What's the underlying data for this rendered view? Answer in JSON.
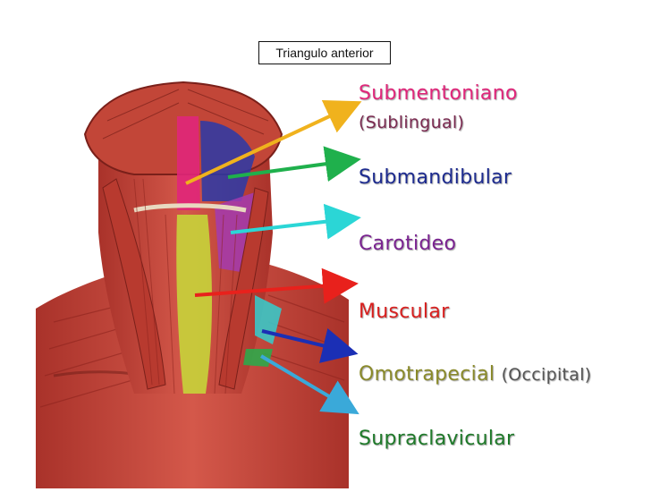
{
  "title": "Triangulo anterior",
  "labels": [
    {
      "text": "Submentoniano",
      "color": "#e0267a"
    },
    {
      "text": "(Sublingual)",
      "color": "#7a2a50"
    },
    {
      "text": "Submandibular",
      "color": "#1d2b8f"
    },
    {
      "text": "Carotideo",
      "color": "#7a2390"
    },
    {
      "text": "Muscular",
      "color": "#d8201f"
    },
    {
      "text": "Omotrapecial",
      "color": "#8a8a2a"
    },
    {
      "text": "(Occipital)",
      "color": "#555555"
    },
    {
      "text": "Supraclavicular",
      "color": "#1f7a2a"
    }
  ],
  "arrows": [
    {
      "name": "submentoniano",
      "color": "#f0b21d"
    },
    {
      "name": "submandibular",
      "color": "#1fb04c"
    },
    {
      "name": "carotideo",
      "color": "#2bd6d6"
    },
    {
      "name": "muscular",
      "color": "#e8211c"
    },
    {
      "name": "omotrapecial",
      "color": "#1b2fb5"
    },
    {
      "name": "supraclavicular",
      "color": "#3aa9d9"
    }
  ],
  "regions": {
    "muscle": "#c8473b",
    "submentoniano_region": "#e0267a",
    "submandibular_region": "#2a3aa8",
    "carotideo_region": "#a33bb0",
    "muscular_region": "#c7d43a",
    "omotrapecial_region": "#3bc7c7",
    "supraclavicular_region": "#2fa84a"
  }
}
